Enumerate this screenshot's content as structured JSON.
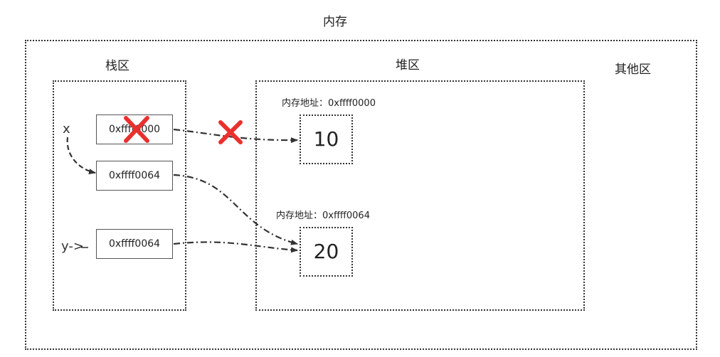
{
  "title": "内存",
  "regions": {
    "stack": "栈区",
    "heap": "堆区",
    "other": "其他区"
  },
  "stack_cells": [
    {
      "value": "0xffff0000",
      "crossed_out": true
    },
    {
      "value": "0xffff0064",
      "crossed_out": false
    },
    {
      "value": "0xffff0064",
      "crossed_out": false
    }
  ],
  "variables": {
    "x": "x",
    "y": "y->"
  },
  "heap_objects": [
    {
      "address_label": "内存地址：0xffff0000",
      "value": "10"
    },
    {
      "address_label": "内存地址：0xffff0064",
      "value": "20"
    }
  ],
  "colors": {
    "cross": "#e8312f",
    "line": "#333333"
  }
}
